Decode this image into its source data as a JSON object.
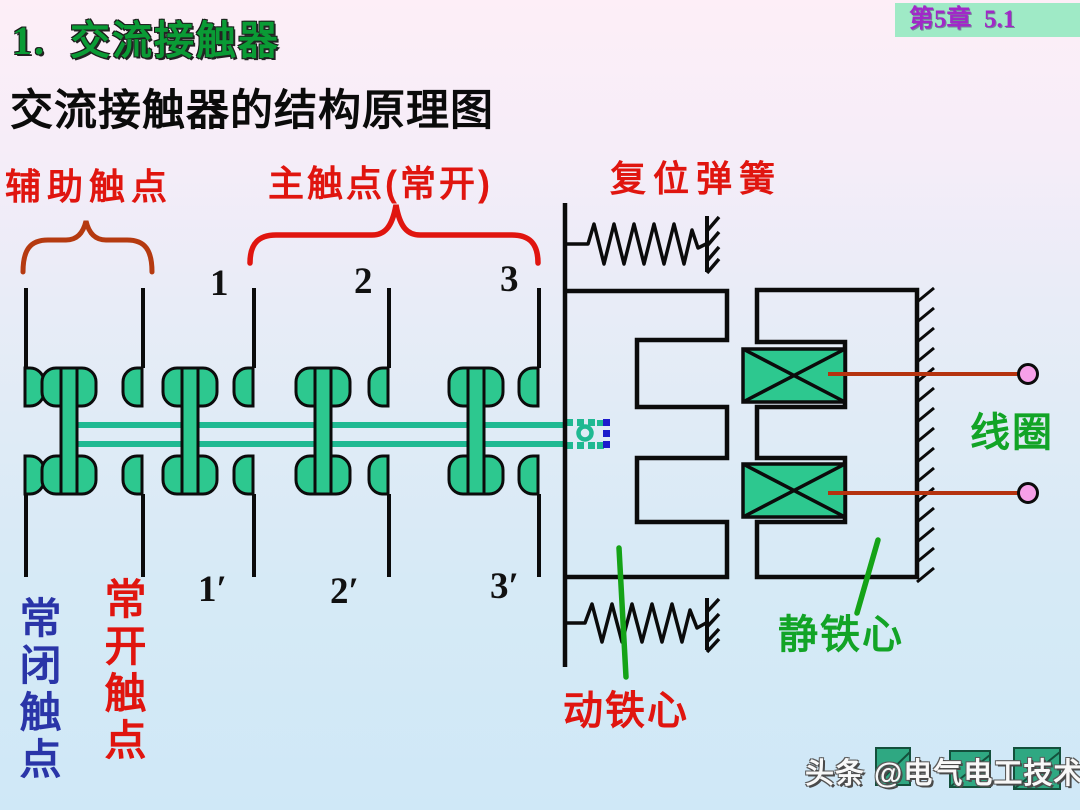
{
  "slide": {
    "chapter_badge": "第5章  5.1",
    "title": "1.  交流接触器",
    "subtitle": "交流接触器的结构原理图"
  },
  "labels": {
    "aux_contacts": "辅助触点",
    "main_contacts": "主触点(常开)",
    "reset_spring": "复位弹簧",
    "nc_contacts": "常闭触点",
    "no_contacts": "常开触点",
    "moving_core": "动铁心",
    "static_core": "静铁心",
    "coil": "线圈"
  },
  "terminals": {
    "top": [
      "1",
      "2",
      "3"
    ],
    "bottom": [
      "1′",
      "2′",
      "3′"
    ]
  },
  "watermark": "头条 @电气电工技术",
  "colors": {
    "contact_green": "#2dc88f",
    "crossbar_teal": "#1fb992",
    "label_red": "#e0150f",
    "label_green": "#12a426",
    "label_blue": "#2a35a8",
    "aux_brace_red": "#b53a10",
    "badge_bg": "#9feac6",
    "badge_text": "#a128c8",
    "title_green": "#0a9b35",
    "wire_red": "#b5330f",
    "coil_terminal_pink": "#f7a0e8",
    "pointer_green": "#15a317",
    "connector_blue": "#1c1ccc"
  }
}
